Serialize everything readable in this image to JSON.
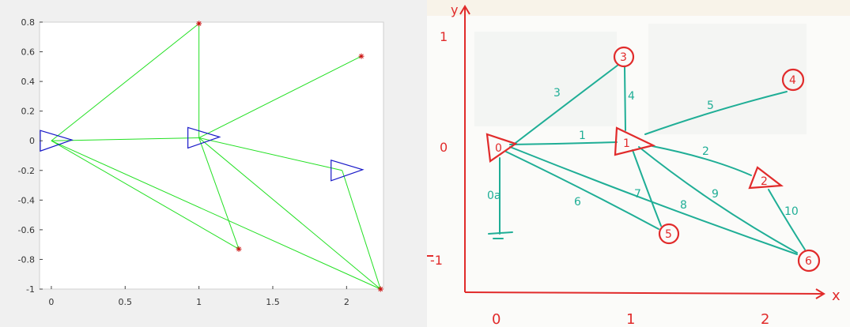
{
  "left_plot": {
    "chart_data": {
      "type": "scatter",
      "xlim": [
        -0.08,
        2.25
      ],
      "ylim": [
        -1.0,
        0.8
      ],
      "x_ticks": [
        "0",
        "0.5",
        "1",
        "1.5",
        "2"
      ],
      "y_ticks": [
        "0.8",
        "0.6",
        "0.4",
        "0.2",
        "0",
        "-0.2",
        "-0.4",
        "-0.6",
        "-0.8",
        "-1"
      ],
      "grid": false,
      "landmarks": [
        {
          "x": 1.0,
          "y": 0.79
        },
        {
          "x": 2.1,
          "y": 0.57
        },
        {
          "x": 1.27,
          "y": -0.73
        },
        {
          "x": 2.23,
          "y": -1.0
        }
      ],
      "poses": [
        {
          "x": 0.0,
          "y": 0.0
        },
        {
          "x": 1.0,
          "y": 0.02
        },
        {
          "x": 1.97,
          "y": -0.2
        }
      ],
      "edges": [
        [
          [
            0.0,
            0.0
          ],
          [
            1.0,
            0.02
          ]
        ],
        [
          [
            0.0,
            0.0
          ],
          [
            1.0,
            0.79
          ]
        ],
        [
          [
            1.0,
            0.02
          ],
          [
            1.0,
            0.79
          ]
        ],
        [
          [
            1.0,
            0.02
          ],
          [
            2.1,
            0.57
          ]
        ],
        [
          [
            1.0,
            0.02
          ],
          [
            1.97,
            -0.2
          ]
        ],
        [
          [
            0.0,
            0.0
          ],
          [
            1.27,
            -0.73
          ]
        ],
        [
          [
            1.0,
            0.02
          ],
          [
            1.27,
            -0.73
          ]
        ],
        [
          [
            0.0,
            0.0
          ],
          [
            2.23,
            -1.0
          ]
        ],
        [
          [
            1.0,
            0.02
          ],
          [
            2.23,
            -1.0
          ]
        ],
        [
          [
            1.97,
            -0.2
          ],
          [
            2.23,
            -1.0
          ]
        ]
      ],
      "colors": {
        "edges": "#22e022",
        "poses": "#1818c8",
        "landmarks": "#cc1111"
      }
    }
  },
  "sketch": {
    "axis_labels": {
      "x": "x",
      "y": "y"
    },
    "x_ticks": [
      "0",
      "1",
      "2"
    ],
    "y_ticks": [
      "1",
      "0",
      "-1"
    ],
    "poses": [
      "0",
      "1",
      "2"
    ],
    "landmarks": [
      "3",
      "4",
      "5",
      "6"
    ],
    "edge_labels": [
      "1",
      "2",
      "3",
      "4",
      "5",
      "6",
      "7",
      "8",
      "9",
      "10",
      "0a"
    ],
    "colors": {
      "ink_red": "#e12b2b",
      "ink_teal": "#1fae96"
    }
  }
}
